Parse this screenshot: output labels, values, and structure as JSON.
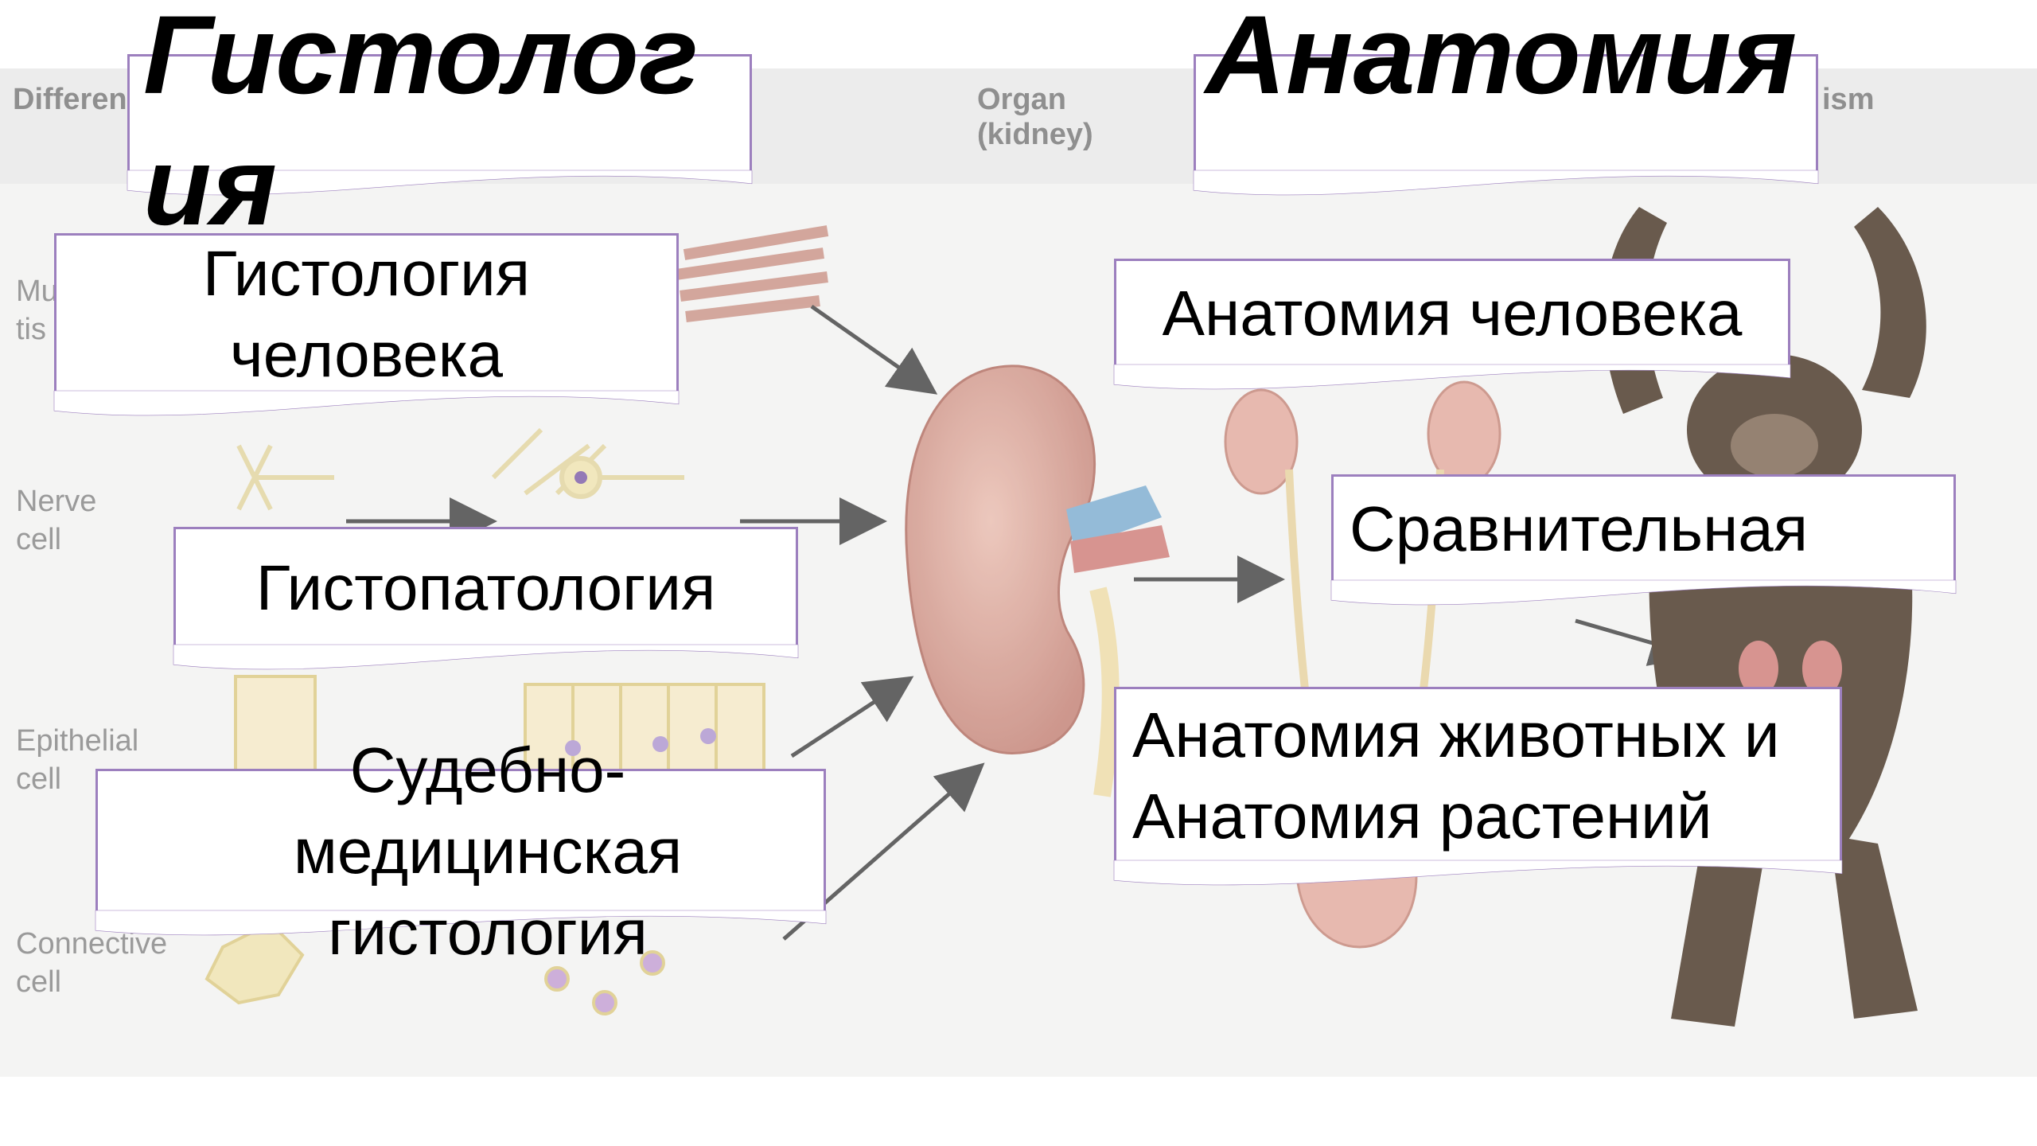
{
  "background": {
    "column_headers": [
      "Differen",
      "Organ (kidney)",
      "ism"
    ],
    "row_labels": [
      "Mu tis",
      "Nerve cell",
      "Epithelial cell",
      "Connective cell"
    ]
  },
  "titles": {
    "histology": "Гистология",
    "anatomy": "Анатомия"
  },
  "boxes": {
    "human_histology": "Гистология человека",
    "histopathology": "Гистопатология",
    "forensic_histology": "Судебно-медицинская гистология",
    "human_anatomy": "Анатомия человека",
    "comparative": "Сравнительная",
    "animal_plant_anatomy": "Анатомия животных и Анатомия растений"
  },
  "colors": {
    "box_border": "#9c7fbe",
    "background": "#f4f4f3",
    "kidney": "#d9a49a",
    "chimp": "#5a4a3c"
  }
}
